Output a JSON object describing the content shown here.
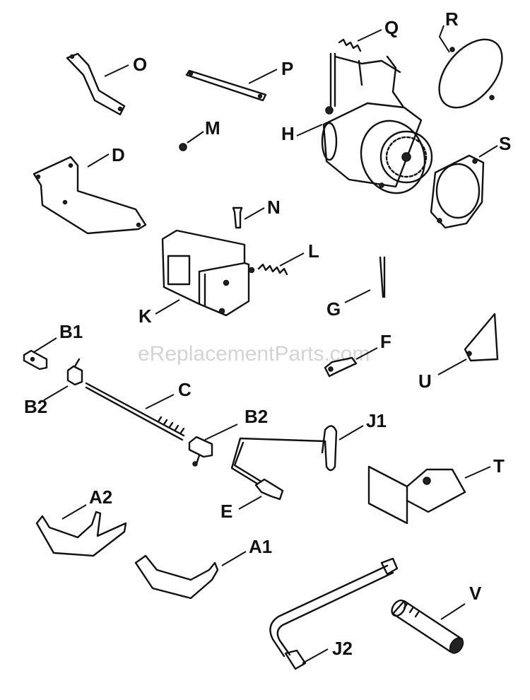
{
  "watermark": "eReplacementParts.com",
  "labels": {
    "O": "O",
    "P": "P",
    "Q": "Q",
    "R": "R",
    "M": "M",
    "H": "H",
    "D": "D",
    "S": "S",
    "N": "N",
    "L": "L",
    "K": "K",
    "G": "G",
    "B1": "B1",
    "F": "F",
    "U": "U",
    "B2a": "B2",
    "C": "C",
    "B2b": "B2",
    "J1": "J1",
    "T": "T",
    "E": "E",
    "A2": "A2",
    "A1": "A1",
    "V": "V",
    "J2": "J2"
  }
}
